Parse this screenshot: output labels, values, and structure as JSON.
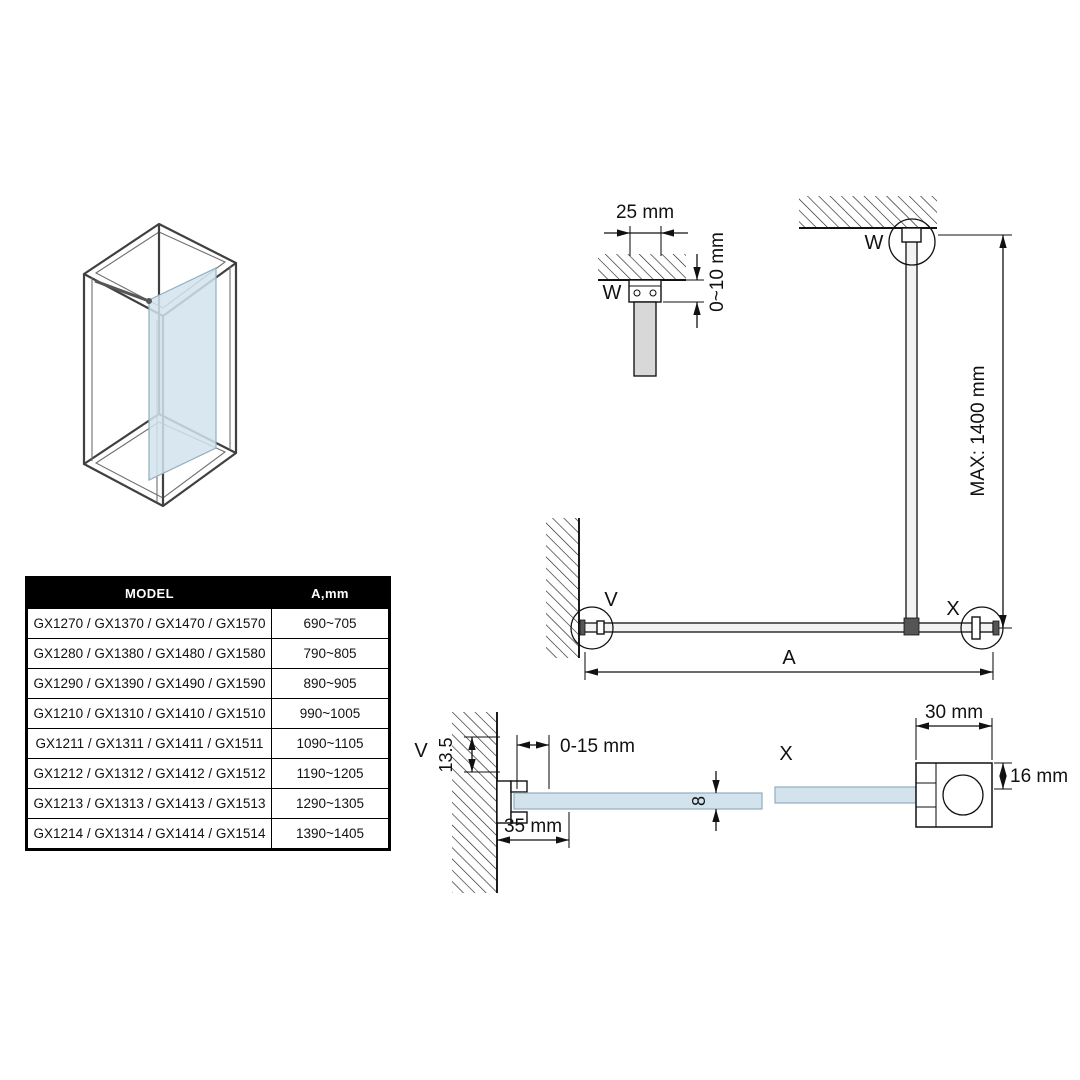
{
  "colors": {
    "glass": "#d2e3ed",
    "line": "#111111"
  },
  "ceiling_detail": {
    "label": "W",
    "dim_width": "25 mm",
    "dim_gap": "0~10 mm"
  },
  "elevation": {
    "ceiling_label": "W",
    "dim_max": "MAX: 1400 mm",
    "wall_label": "V",
    "clamp_label": "X",
    "dim_span": "A"
  },
  "wall_detail": {
    "label": "V",
    "dim_depth": "13.5",
    "dim_adjust": "0-15 mm",
    "dim_profile": "35 mm",
    "dim_glass": "8"
  },
  "clamp_detail": {
    "label": "X",
    "dim_width": "30 mm",
    "dim_height": "16 mm"
  },
  "table": {
    "headers": {
      "model": "MODEL",
      "a": "A,mm"
    },
    "rows": [
      {
        "model": "GX1270 / GX1370 / GX1470 / GX1570",
        "a": "690~705"
      },
      {
        "model": "GX1280 / GX1380 / GX1480 / GX1580",
        "a": "790~805"
      },
      {
        "model": "GX1290 / GX1390 / GX1490 / GX1590",
        "a": "890~905"
      },
      {
        "model": "GX1210 / GX1310 / GX1410 / GX1510",
        "a": "990~1005"
      },
      {
        "model": "GX1211 / GX1311 / GX1411 / GX1511",
        "a": "1090~1105"
      },
      {
        "model": "GX1212 / GX1312 / GX1412 / GX1512",
        "a": "1190~1205"
      },
      {
        "model": "GX1213 / GX1313 / GX1413 / GX1513",
        "a": "1290~1305"
      },
      {
        "model": "GX1214 / GX1314 / GX1414 / GX1514",
        "a": "1390~1405"
      }
    ]
  }
}
